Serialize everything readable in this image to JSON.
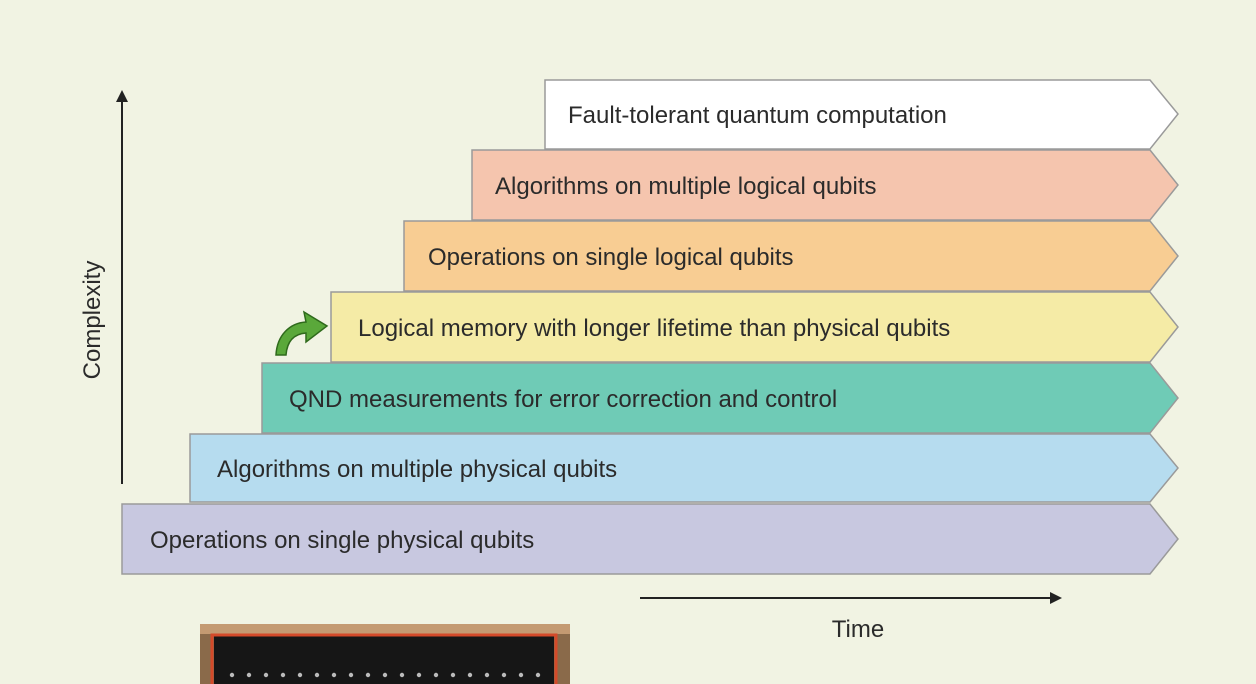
{
  "axes": {
    "y_label": "Complexity",
    "x_label": "Time"
  },
  "steps": [
    {
      "label": "Operations on single physical qubits",
      "color": "#c8c8e0"
    },
    {
      "label": "Algorithms on multiple physical qubits",
      "color": "#b6dcef"
    },
    {
      "label": "QND measurements for error correction and control",
      "color": "#6fcbb6"
    },
    {
      "label": "Logical memory with longer lifetime than physical qubits",
      "color": "#f5eba6"
    },
    {
      "label": "Operations on single logical qubits",
      "color": "#f8cd93"
    },
    {
      "label": "Algorithms on multiple logical qubits",
      "color": "#f5c5ae"
    },
    {
      "label": "Fault-tolerant quantum computation",
      "color": "#ffffff"
    }
  ],
  "indicator": {
    "icon": "curved-arrow-icon",
    "color": "#5aa83a"
  },
  "photo": {
    "frame_color": "#d44a2a",
    "background": "#161616"
  }
}
